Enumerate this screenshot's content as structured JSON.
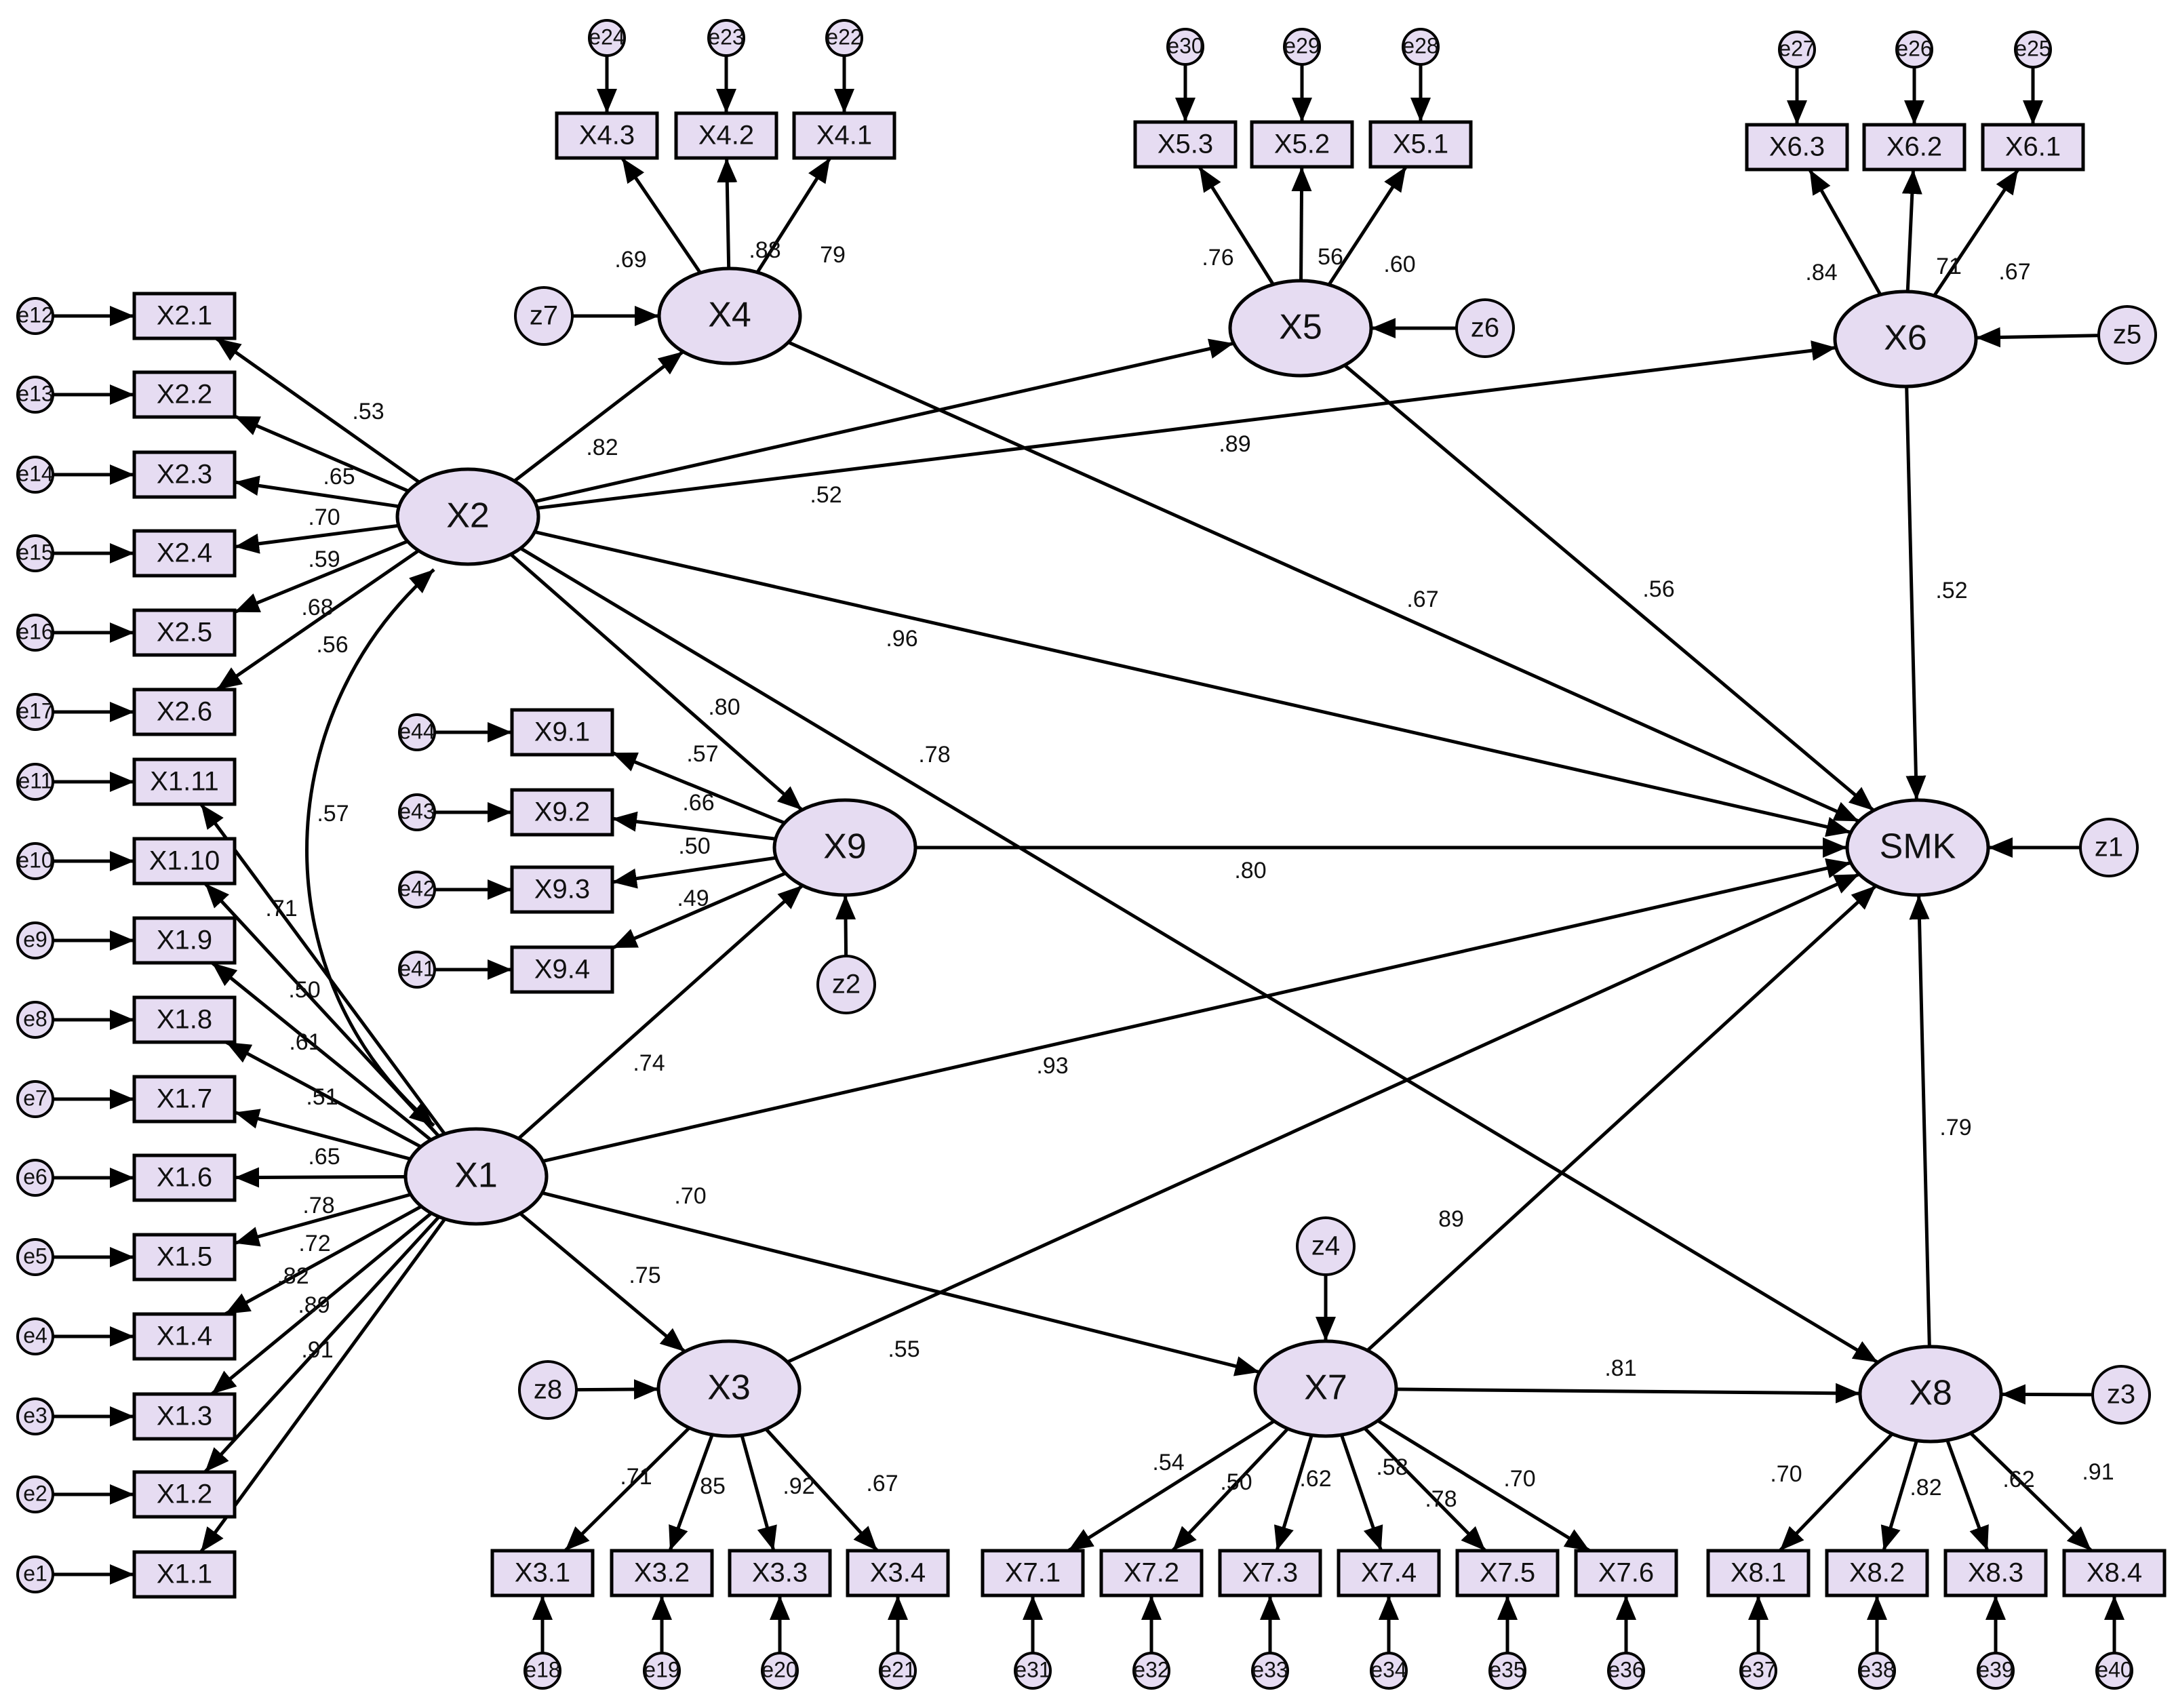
{
  "colors": {
    "fill": "#e6dcf2",
    "stroke": "#000000"
  },
  "latents": [
    {
      "id": "X1",
      "label": "X1"
    },
    {
      "id": "X2",
      "label": "X2"
    },
    {
      "id": "X3",
      "label": "X3"
    },
    {
      "id": "X4",
      "label": "X4"
    },
    {
      "id": "X5",
      "label": "X5"
    },
    {
      "id": "X6",
      "label": "X6"
    },
    {
      "id": "X7",
      "label": "X7"
    },
    {
      "id": "X8",
      "label": "X8"
    },
    {
      "id": "X9",
      "label": "X9"
    },
    {
      "id": "SMK",
      "label": "SMK"
    }
  ],
  "observed": [
    {
      "id": "X2.1",
      "label": "X2.1",
      "error": "e12"
    },
    {
      "id": "X2.2",
      "label": "X2.2",
      "error": "e13"
    },
    {
      "id": "X2.3",
      "label": "X2.3",
      "error": "e14"
    },
    {
      "id": "X2.4",
      "label": "X2.4",
      "error": "e15"
    },
    {
      "id": "X2.5",
      "label": "X2.5",
      "error": "e16"
    },
    {
      "id": "X2.6",
      "label": "X2.6",
      "error": "e17"
    },
    {
      "id": "X1.11",
      "label": "X1.11",
      "error": "e11"
    },
    {
      "id": "X1.10",
      "label": "X1.10",
      "error": "e10"
    },
    {
      "id": "X1.9",
      "label": "X1.9",
      "error": "e9"
    },
    {
      "id": "X1.8",
      "label": "X1.8",
      "error": "e8"
    },
    {
      "id": "X1.7",
      "label": "X1.7",
      "error": "e7"
    },
    {
      "id": "X1.6",
      "label": "X1.6",
      "error": "e6"
    },
    {
      "id": "X1.5",
      "label": "X1.5",
      "error": "e5"
    },
    {
      "id": "X1.4",
      "label": "X1.4",
      "error": "e4"
    },
    {
      "id": "X1.3",
      "label": "X1.3",
      "error": "e3"
    },
    {
      "id": "X1.2",
      "label": "X1.2",
      "error": "e2"
    },
    {
      "id": "X1.1",
      "label": "X1.1",
      "error": "e1"
    },
    {
      "id": "X4.3",
      "label": "X4.3",
      "error": "e24"
    },
    {
      "id": "X4.2",
      "label": "X4.2",
      "error": "e23"
    },
    {
      "id": "X4.1",
      "label": "X4.1",
      "error": "e22"
    },
    {
      "id": "X5.3",
      "label": "X5.3",
      "error": "e30"
    },
    {
      "id": "X5.2",
      "label": "X5.2",
      "error": "e29"
    },
    {
      "id": "X5.1",
      "label": "X5.1",
      "error": "e28"
    },
    {
      "id": "X6.3",
      "label": "X6.3",
      "error": "e27"
    },
    {
      "id": "X6.2",
      "label": "X6.2",
      "error": "e26"
    },
    {
      "id": "X6.1",
      "label": "X6.1",
      "error": "e25"
    },
    {
      "id": "X9.1",
      "label": "X9.1",
      "error": "e44"
    },
    {
      "id": "X9.2",
      "label": "X9.2",
      "error": "e43"
    },
    {
      "id": "X9.3",
      "label": "X9.3",
      "error": "e42"
    },
    {
      "id": "X9.4",
      "label": "X9.4",
      "error": "e41"
    },
    {
      "id": "X3.1",
      "label": "X3.1",
      "error": "e18"
    },
    {
      "id": "X3.2",
      "label": "X3.2",
      "error": "e19"
    },
    {
      "id": "X3.3",
      "label": "X3.3",
      "error": "e20"
    },
    {
      "id": "X3.4",
      "label": "X3.4",
      "error": "e21"
    },
    {
      "id": "X7.1",
      "label": "X7.1",
      "error": "e31"
    },
    {
      "id": "X7.2",
      "label": "X7.2",
      "error": "e32"
    },
    {
      "id": "X7.3",
      "label": "X7.3",
      "error": "e33"
    },
    {
      "id": "X7.4",
      "label": "X7.4",
      "error": "e34"
    },
    {
      "id": "X7.5",
      "label": "X7.5",
      "error": "e35"
    },
    {
      "id": "X7.6",
      "label": "X7.6",
      "error": "e36"
    },
    {
      "id": "X8.1",
      "label": "X8.1",
      "error": "e37"
    },
    {
      "id": "X8.2",
      "label": "X8.2",
      "error": "e38"
    },
    {
      "id": "X8.3",
      "label": "X8.3",
      "error": "e39"
    },
    {
      "id": "X8.4",
      "label": "X8.4",
      "error": "e40"
    }
  ],
  "residuals": [
    {
      "id": "z7",
      "label": "z7",
      "target": "X4"
    },
    {
      "id": "z6",
      "label": "z6",
      "target": "X5"
    },
    {
      "id": "z5",
      "label": "z5",
      "target": "X6"
    },
    {
      "id": "z2",
      "label": "z2",
      "target": "X9"
    },
    {
      "id": "z1",
      "label": "z1",
      "target": "SMK"
    },
    {
      "id": "z8",
      "label": "z8",
      "target": "X3"
    },
    {
      "id": "z4",
      "label": "z4",
      "target": "X7"
    },
    {
      "id": "z3",
      "label": "z3",
      "target": "X8"
    }
  ],
  "loadings": [
    {
      "from": "X2",
      "to": "X2.1",
      "w": ".53"
    },
    {
      "from": "X2",
      "to": "X2.2",
      "w": ".65"
    },
    {
      "from": "X2",
      "to": "X2.3",
      "w": ".70"
    },
    {
      "from": "X2",
      "to": "X2.4",
      "w": ".59"
    },
    {
      "from": "X2",
      "to": "X2.5",
      "w": ".68"
    },
    {
      "from": "X2",
      "to": "X2.6",
      "w": ".56"
    },
    {
      "from": "X1",
      "to": "X1.11",
      "w": ".71"
    },
    {
      "from": "X1",
      "to": "X1.10",
      "w": ""
    },
    {
      "from": "X1",
      "to": "X1.9",
      "w": ".50"
    },
    {
      "from": "X1",
      "to": "X1.8",
      "w": ".61"
    },
    {
      "from": "X1",
      "to": "X1.7",
      "w": ".51"
    },
    {
      "from": "X1",
      "to": "X1.6",
      "w": ".65"
    },
    {
      "from": "X1",
      "to": "X1.5",
      "w": ".78"
    },
    {
      "from": "X1",
      "to": "X1.4",
      "w": ".72"
    },
    {
      "from": "X1",
      "to": "X1.3",
      "w": ".82"
    },
    {
      "from": "X1",
      "to": "X1.2",
      "w": ".89"
    },
    {
      "from": "X1",
      "to": "X1.1",
      "w": ".91"
    },
    {
      "from": "X4",
      "to": "X4.3",
      "w": ".69"
    },
    {
      "from": "X4",
      "to": "X4.2",
      "w": ".88"
    },
    {
      "from": "X4",
      "to": "X4.1",
      "w": "79"
    },
    {
      "from": "X5",
      "to": "X5.3",
      "w": ".76"
    },
    {
      "from": "X5",
      "to": "X5.2",
      "w": "56"
    },
    {
      "from": "X5",
      "to": "X5.1",
      "w": ".60"
    },
    {
      "from": "X6",
      "to": "X6.3",
      "w": ".84"
    },
    {
      "from": "X6",
      "to": "X6.2",
      "w": "71"
    },
    {
      "from": "X6",
      "to": "X6.1",
      "w": ".67"
    },
    {
      "from": "X9",
      "to": "X9.1",
      "w": ".57"
    },
    {
      "from": "X9",
      "to": "X9.2",
      "w": ".66"
    },
    {
      "from": "X9",
      "to": "X9.3",
      "w": ".50"
    },
    {
      "from": "X9",
      "to": "X9.4",
      "w": ".49"
    },
    {
      "from": "X3",
      "to": "X3.1",
      "w": ".71"
    },
    {
      "from": "X3",
      "to": "X3.2",
      "w": "85"
    },
    {
      "from": "X3",
      "to": "X3.3",
      "w": ".92"
    },
    {
      "from": "X3",
      "to": "X3.4",
      "w": ".67"
    },
    {
      "from": "X7",
      "to": "X7.1",
      "w": ".54"
    },
    {
      "from": "X7",
      "to": "X7.2",
      "w": ".50"
    },
    {
      "from": "X7",
      "to": "X7.3",
      "w": ".62"
    },
    {
      "from": "X7",
      "to": "X7.4",
      "w": ".58"
    },
    {
      "from": "X7",
      "to": "X7.5",
      "w": ".78"
    },
    {
      "from": "X7",
      "to": "X7.6",
      "w": ".70"
    },
    {
      "from": "X8",
      "to": "X8.1",
      "w": ".70"
    },
    {
      "from": "X8",
      "to": "X8.2",
      "w": ".82"
    },
    {
      "from": "X8",
      "to": "X8.3",
      "w": ".62"
    },
    {
      "from": "X8",
      "to": "X8.4",
      "w": ".91"
    }
  ],
  "paths": [
    {
      "from": "X2",
      "to": "X4",
      "w": ".82"
    },
    {
      "from": "X2",
      "to": "X5",
      "w": ".52"
    },
    {
      "from": "X2",
      "to": "X6",
      "w": ".89"
    },
    {
      "from": "X2",
      "to": "SMK",
      "w": ".96"
    },
    {
      "from": "X2",
      "to": "X9",
      "w": ".80"
    },
    {
      "from": "X2",
      "to": "X8",
      "w": ".78"
    },
    {
      "from": "X4",
      "to": "SMK",
      "w": ".67"
    },
    {
      "from": "X5",
      "to": "SMK",
      "w": ".56"
    },
    {
      "from": "X6",
      "to": "SMK",
      "w": ".52"
    },
    {
      "from": "X9",
      "to": "SMK",
      "w": ".80"
    },
    {
      "from": "X1",
      "to": "X9",
      "w": ".74"
    },
    {
      "from": "X1",
      "to": "SMK",
      "w": ".93"
    },
    {
      "from": "X1",
      "to": "X3",
      "w": ".75"
    },
    {
      "from": "X1",
      "to": "X7",
      "w": ".70"
    },
    {
      "from": "X3",
      "to": "SMK",
      "w": ".55"
    },
    {
      "from": "X7",
      "to": "SMK",
      "w": "89"
    },
    {
      "from": "X7",
      "to": "X8",
      "w": ".81"
    },
    {
      "from": "X8",
      "to": "SMK",
      "w": ".79"
    }
  ],
  "covariance": {
    "a": "X1",
    "b": "X2",
    "w": ".57"
  }
}
